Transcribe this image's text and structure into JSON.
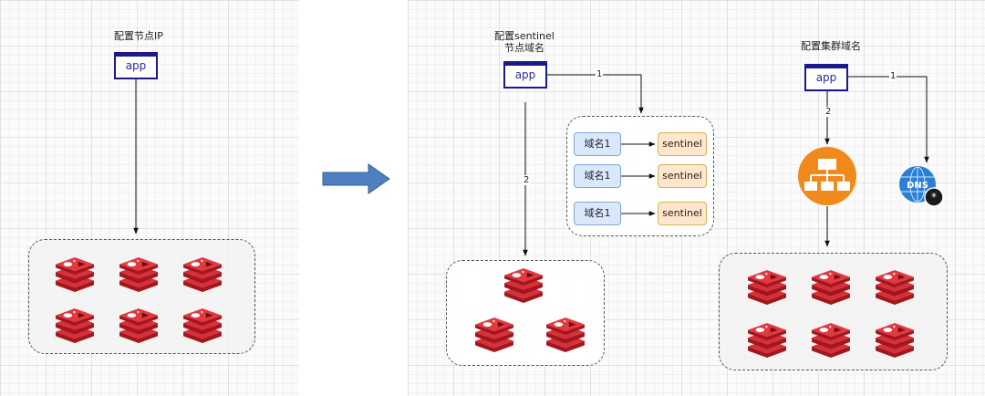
{
  "left": {
    "caption": "配置节点IP",
    "app_label": "app"
  },
  "right_sentinel": {
    "caption_line1": "配置sentinel",
    "caption_line2": "节点域名",
    "app_label": "app",
    "edge1_label": "1",
    "edge2_label": "2",
    "domains": [
      "域名1",
      "域名1",
      "域名1"
    ],
    "sentinels": [
      "sentinel",
      "sentinel",
      "sentinel"
    ]
  },
  "right_cluster": {
    "caption": "配置集群域名",
    "app_label": "app",
    "edge1_label": "1",
    "edge2_label": "2",
    "dns_label": "DNS"
  },
  "icons": {
    "redis": "redis-icon",
    "load_balancer": "load-balancer-icon",
    "dns": "dns-icon",
    "arrow": "block-arrow-right"
  },
  "colors": {
    "app_border": "#1a1a8c",
    "redis_red": "#c8202a",
    "load_balancer_orange": "#f08a1c",
    "dns_blue": "#2a7fd4",
    "block_arrow": "#4f7fc0",
    "domain_fill": "#dae8fc",
    "sentinel_fill": "#ffe6cc"
  }
}
